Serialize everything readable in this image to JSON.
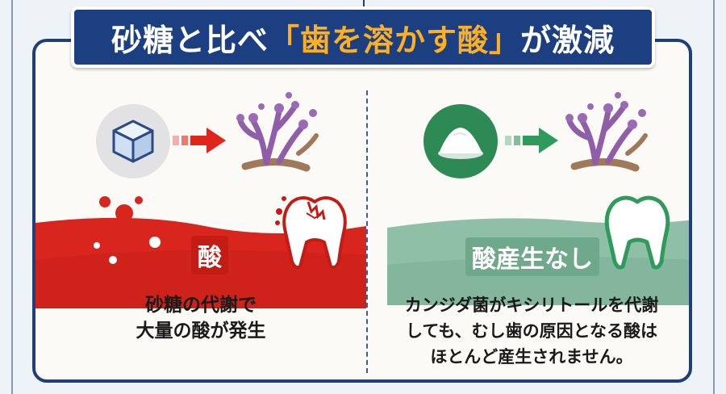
{
  "title": {
    "before": "砂糖と比べ",
    "highlight": "「歯を溶かす酸」",
    "after": "が激減"
  },
  "left_panel": {
    "acid_label": "酸",
    "caption_line1": "砂糖の代謝で",
    "caption_line2": "大量の酸が発生",
    "colors": {
      "wave": "#d8261e",
      "arrow": "#e0261c"
    },
    "icons": [
      "sugar-cube-icon",
      "arrow-right-icon",
      "bacteria-icon",
      "damaged-tooth-icon"
    ]
  },
  "right_panel": {
    "acid_label": "酸産生なし",
    "caption_line1": "カンジダ菌がキシリトールを代謝",
    "caption_line2": "しても、むし歯の原因となる酸は",
    "caption_line3": "ほとんど産生されません。",
    "colors": {
      "wave": "#8fbfa6",
      "arrow": "#2e9a5c"
    },
    "icons": [
      "xylitol-powder-icon",
      "arrow-right-icon",
      "bacteria-icon",
      "healthy-tooth-icon"
    ]
  }
}
